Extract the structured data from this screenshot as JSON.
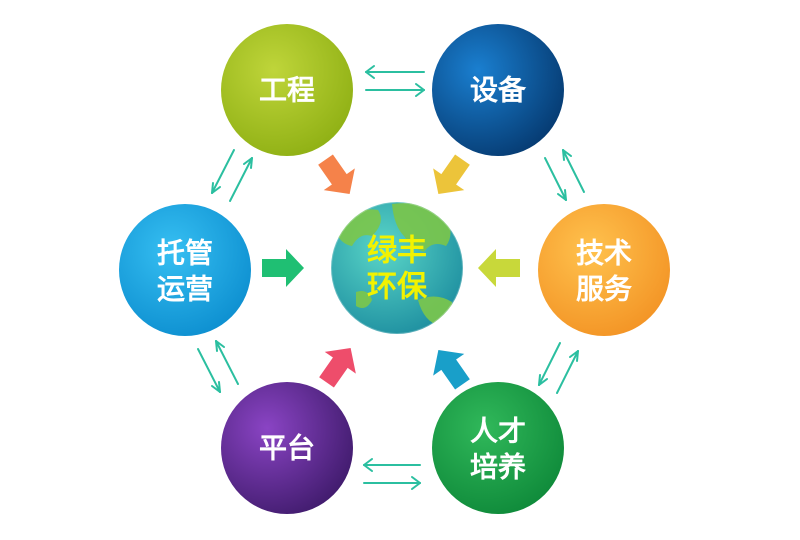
{
  "center": {
    "line1": "绿丰",
    "line2": "环保",
    "text_color": "#f2f200"
  },
  "nodes": {
    "engineering": {
      "line1": "工程"
    },
    "equipment": {
      "line1": "设备"
    },
    "tech_service": {
      "line1": "技术",
      "line2": "服务"
    },
    "talent": {
      "line1": "人才",
      "line2": "培养"
    },
    "platform": {
      "line1": "平台"
    },
    "hosting": {
      "line1": "托管",
      "line2": "运营"
    }
  },
  "colors": {
    "engineering": "#a6c21c",
    "equipment": "#0a56a8",
    "tech_service": "#f8a93a",
    "talent": "#1aa24a",
    "platform": "#5a2a8e",
    "hosting": "#1aa5e3",
    "connector_arrows": "#2bbfa0",
    "arrow_engineering": "#f5824a",
    "arrow_equipment": "#ecc43a",
    "arrow_tech_service": "#c8d83a",
    "arrow_talent": "#199fc9",
    "arrow_platform": "#ee4d6b",
    "arrow_hosting": "#1fbf73"
  }
}
